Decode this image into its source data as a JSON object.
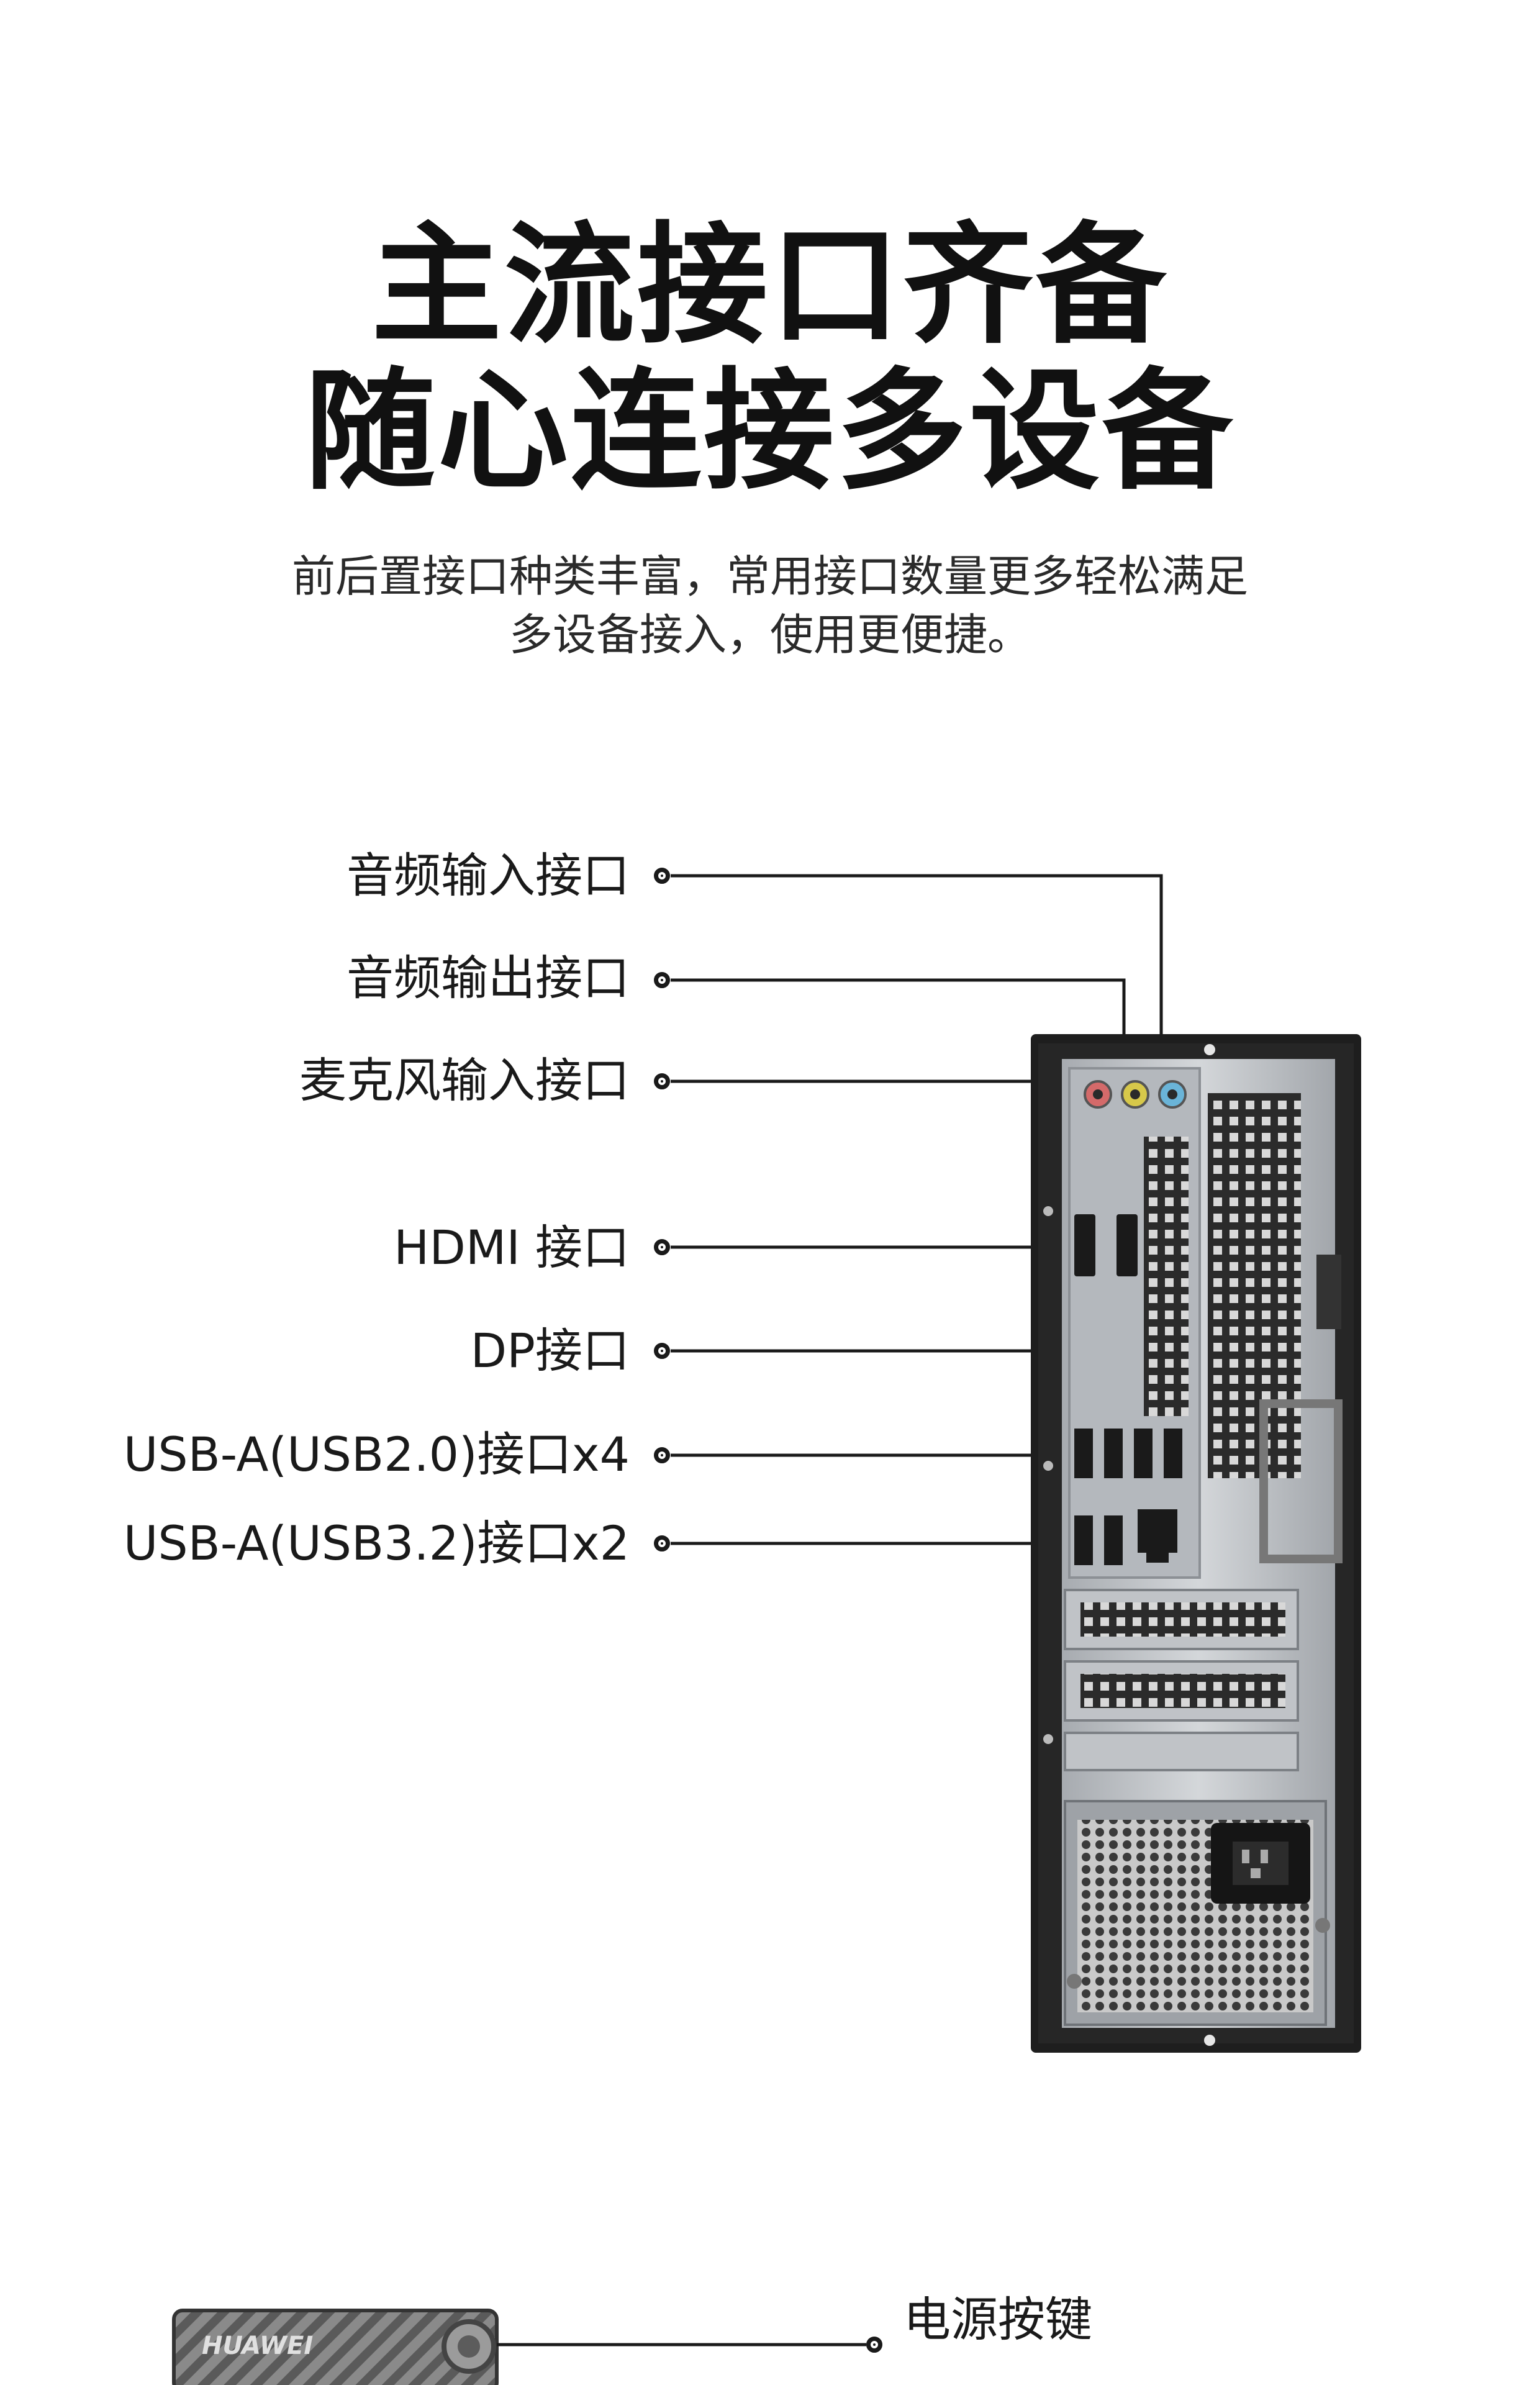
{
  "headline": {
    "line1": "主流接口齐备",
    "line2": "随心连接多设备"
  },
  "subtitle": {
    "line1": "前后置接口种类丰富，常用接口数量更多轻松满足",
    "line2": "多设备接入，使用更便捷。"
  },
  "ports": [
    {
      "label": "音频输入接口"
    },
    {
      "label": "音频输出接口"
    },
    {
      "label": "麦克风输入接口"
    },
    {
      "label": "HDMI 接口"
    },
    {
      "label": "DP接口"
    },
    {
      "label": "USB-A(USB2.0)接口x4"
    },
    {
      "label": "USB-A(USB3.2)接口x2"
    }
  ],
  "front": {
    "power_label": "电源按键",
    "brand_mark": "HUAWEI"
  },
  "colors": {
    "text": "#1a1a1a",
    "chassis": "#1c1c1c",
    "panel": "#b9bcc0",
    "audio_in": "#6ab4d8",
    "audio_out": "#d7c84a",
    "mic": "#d46a6a"
  }
}
